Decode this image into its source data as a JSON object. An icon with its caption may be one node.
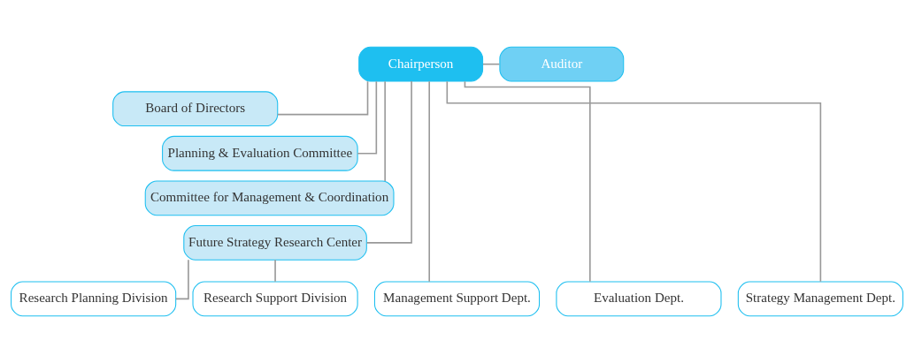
{
  "diagram": {
    "nodes": [
      {
        "text": [
          "Chairperson"
        ]
      },
      {
        "text": [
          "Auditor"
        ]
      },
      {
        "text": [
          "Board of Directors"
        ]
      },
      {
        "text": [
          "Planning & Evaluation Committee"
        ]
      },
      {
        "text": [
          "Committee for Management & Coordination"
        ]
      },
      {
        "text": [
          "Future Strategy Research Center"
        ]
      },
      {
        "text": [
          "Research Planning Division"
        ]
      },
      {
        "text": [
          "Research Support Division"
        ]
      },
      {
        "text": [
          "Management Support Dept."
        ]
      },
      {
        "text": [
          "Evaluation Dept."
        ]
      },
      {
        "text": [
          "Strategy Management Dept."
        ]
      }
    ],
    "edges": [
      {
        "from": 0,
        "to": 1,
        "arrow": "none"
      },
      {
        "from": 0,
        "to": 2,
        "arrow": "none"
      },
      {
        "from": 0,
        "to": 3,
        "arrow": "none"
      },
      {
        "from": 0,
        "to": 4,
        "arrow": "none"
      },
      {
        "from": 0,
        "to": 5,
        "arrow": "none"
      },
      {
        "from": 0,
        "to": 8,
        "arrow": "none"
      },
      {
        "from": 0,
        "to": 9,
        "arrow": "none"
      },
      {
        "from": 0,
        "to": 10,
        "arrow": "none"
      },
      {
        "from": 5,
        "to": 6,
        "arrow": "none"
      },
      {
        "from": 5,
        "to": 7,
        "arrow": "none"
      }
    ]
  }
}
